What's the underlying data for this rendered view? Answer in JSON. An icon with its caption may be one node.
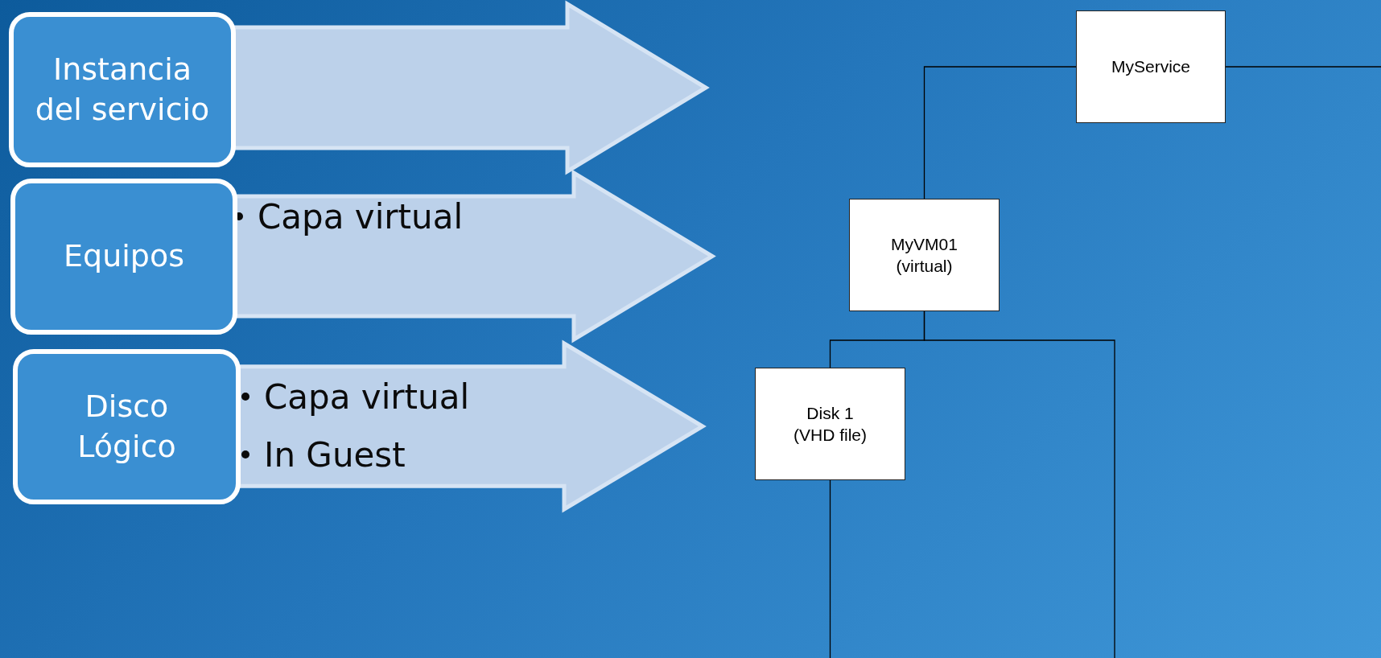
{
  "diagram": {
    "nodes": [
      {
        "text": [
          "Instancia del servicio"
        ]
      },
      {
        "text": [],
        "shape": "arrow"
      },
      {
        "text": [
          "Equipos"
        ]
      },
      {
        "text": [
          "Capa virtual"
        ]
      },
      {
        "text": [
          "Disco Lógico"
        ]
      },
      {
        "text": [
          "Capa virtual",
          "In Guest"
        ]
      },
      {
        "text": [
          "MyService"
        ]
      },
      {
        "text": [
          "MyVM01 (virtual)"
        ]
      },
      {
        "text": [
          "Disk 1 (VHD file)"
        ]
      }
    ],
    "edges": [
      {
        "from": 6,
        "to": 7,
        "arrow": "none"
      },
      {
        "from": 6,
        "to": null,
        "arrow": "none"
      },
      {
        "from": 7,
        "to": 8,
        "arrow": "none"
      },
      {
        "from": 7,
        "to": null,
        "arrow": "none"
      },
      {
        "from": 8,
        "to": null,
        "arrow": "none"
      }
    ]
  }
}
